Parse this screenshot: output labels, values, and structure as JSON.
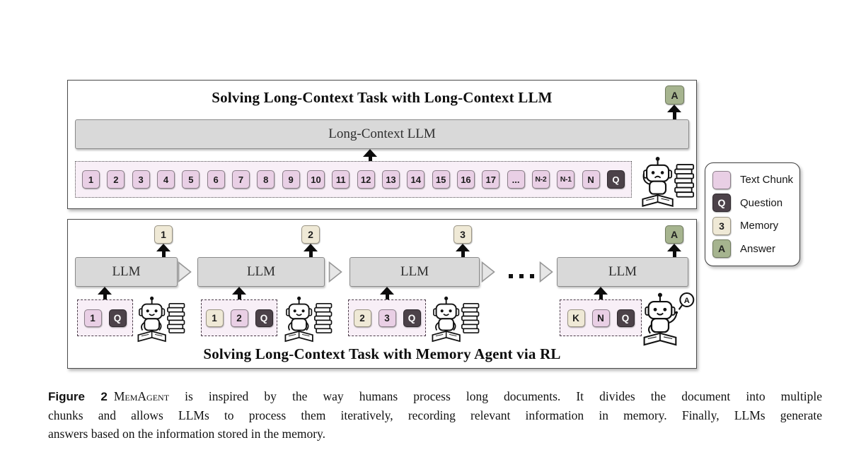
{
  "figure": {
    "top_panel": {
      "title": "Solving Long-Context Task with Long-Context LLM",
      "llm_label": "Long-Context LLM",
      "answer_token": {
        "type": "answer",
        "label": "A"
      },
      "chunks": [
        {
          "type": "chunk",
          "label": "1"
        },
        {
          "type": "chunk",
          "label": "2"
        },
        {
          "type": "chunk",
          "label": "3"
        },
        {
          "type": "chunk",
          "label": "4"
        },
        {
          "type": "chunk",
          "label": "5"
        },
        {
          "type": "chunk",
          "label": "6"
        },
        {
          "type": "chunk",
          "label": "7"
        },
        {
          "type": "chunk",
          "label": "8"
        },
        {
          "type": "chunk",
          "label": "9"
        },
        {
          "type": "chunk",
          "label": "10"
        },
        {
          "type": "chunk",
          "label": "11"
        },
        {
          "type": "chunk",
          "label": "12"
        },
        {
          "type": "chunk",
          "label": "13"
        },
        {
          "type": "chunk",
          "label": "14"
        },
        {
          "type": "chunk",
          "label": "15"
        },
        {
          "type": "chunk",
          "label": "16"
        },
        {
          "type": "chunk",
          "label": "17"
        },
        {
          "type": "chunk",
          "label": "..."
        },
        {
          "type": "chunk",
          "label": "N-2"
        },
        {
          "type": "chunk",
          "label": "N-1"
        },
        {
          "type": "chunk",
          "label": "N"
        },
        {
          "type": "question",
          "label": "Q"
        }
      ]
    },
    "bottom_panel": {
      "title": "Solving Long-Context Task with Memory Agent via RL",
      "dots": "...",
      "units": [
        {
          "llm_label": "LLM",
          "output": {
            "type": "memory",
            "label": "1"
          },
          "inputs": [
            {
              "type": "chunk",
              "label": "1"
            },
            {
              "type": "question",
              "label": "Q"
            }
          ],
          "robot": "writing"
        },
        {
          "llm_label": "LLM",
          "output": {
            "type": "memory",
            "label": "2"
          },
          "inputs": [
            {
              "type": "memory",
              "label": "1"
            },
            {
              "type": "chunk",
              "label": "2"
            },
            {
              "type": "question",
              "label": "Q"
            }
          ],
          "robot": "writing"
        },
        {
          "llm_label": "LLM",
          "output": {
            "type": "memory",
            "label": "3"
          },
          "inputs": [
            {
              "type": "memory",
              "label": "2"
            },
            {
              "type": "chunk",
              "label": "3"
            },
            {
              "type": "question",
              "label": "Q"
            }
          ],
          "robot": "writing"
        },
        {
          "llm_label": "LLM",
          "output": {
            "type": "answer",
            "label": "A"
          },
          "inputs": [
            {
              "type": "memory",
              "label": "K"
            },
            {
              "type": "chunk",
              "label": "N"
            },
            {
              "type": "question",
              "label": "Q"
            }
          ],
          "robot": "answering",
          "speech_bubble": "A"
        }
      ]
    },
    "legend": {
      "items": [
        {
          "type": "chunk",
          "glyph": "",
          "label": "Text Chunk"
        },
        {
          "type": "question",
          "glyph": "Q",
          "label": "Question"
        },
        {
          "type": "memory",
          "glyph": "3",
          "label": "Memory"
        },
        {
          "type": "answer",
          "glyph": "A",
          "label": "Answer"
        }
      ]
    },
    "caption": {
      "tag": "Figure 2",
      "line1_smallcaps": "MemAgent",
      "line1_rest": " is inspired by the way humans process long documents. It divides the document into multiple",
      "line2": "chunks and allows LLMs to process them iteratively, recording relevant information in memory. Finally, LLMs generate",
      "line3": "answers based on the information stored in the memory."
    },
    "colors": {
      "chunk": "#e9cfe5",
      "question": "#4c4249",
      "memory": "#efe9d6",
      "answer": "#a6b48f",
      "input_bg": "#f8eff7",
      "panel_border": "#4a4a4a",
      "llm_bar": "#d9d9d9"
    }
  }
}
